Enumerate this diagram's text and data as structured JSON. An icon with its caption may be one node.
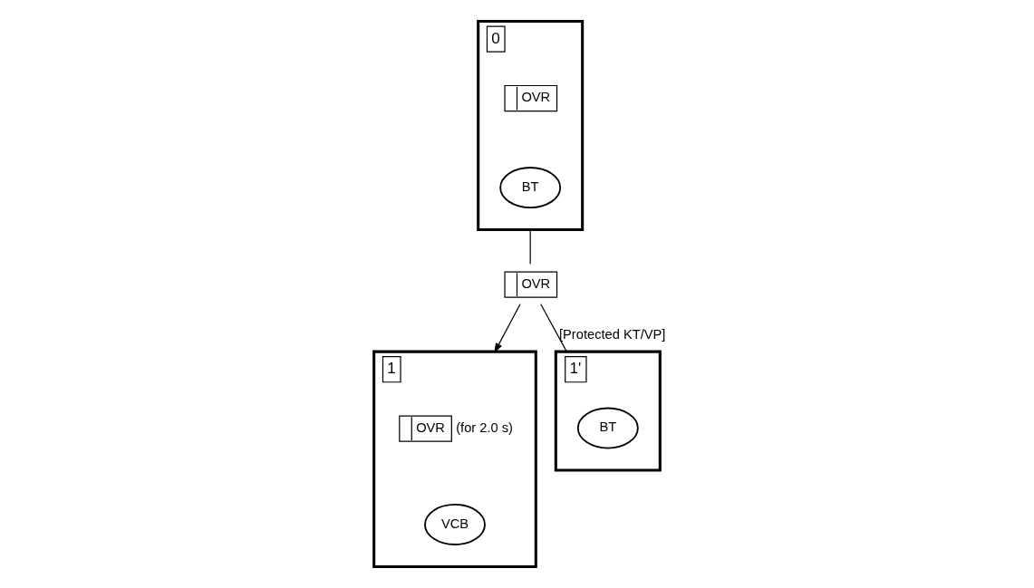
{
  "diagram": {
    "nodes": [
      {
        "text": [
          "0"
        ]
      },
      {
        "text": [
          "OVR"
        ],
        "in": 0
      },
      {
        "text": [
          "BT"
        ],
        "in": 0
      },
      {
        "text": [
          "OVR"
        ]
      },
      {
        "text": [
          "1"
        ]
      },
      {
        "text": [
          "OVR"
        ],
        "in": 4,
        "beside": [
          "(for 2.0 s)"
        ]
      },
      {
        "text": [
          "VCB"
        ],
        "in": 4
      },
      {
        "text": [
          "1'"
        ]
      },
      {
        "text": [
          "BT"
        ],
        "in": 7
      }
    ],
    "edges": [
      {
        "from": 0,
        "to": 3,
        "arrow": "none"
      },
      {
        "from": 3,
        "to": 4,
        "arrow": "to"
      },
      {
        "from": 3,
        "to": 7,
        "arrow": "none",
        "label": "[Protected KT/VP]"
      }
    ]
  }
}
